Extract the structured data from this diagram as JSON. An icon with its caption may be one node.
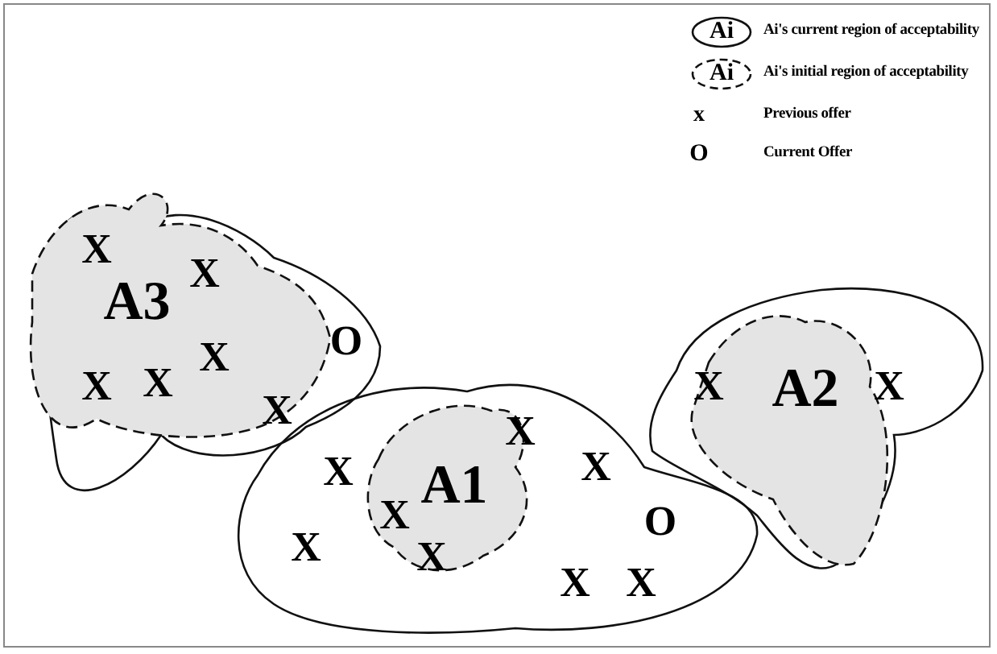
{
  "diagram": {
    "nodes": [
      {
        "text": [
          "A3"
        ]
      },
      {
        "text": [
          "A1"
        ]
      },
      {
        "text": [
          "A2"
        ]
      }
    ],
    "labels": [
      "Ai",
      "Ai",
      "x",
      "O",
      "X",
      "X",
      "X",
      "X",
      "X",
      "X",
      "O",
      "X",
      "X",
      "X",
      "X",
      "X",
      "X",
      "O",
      "X",
      "X",
      "X",
      "X"
    ],
    "legend": [
      {
        "text": "Ai's current region of acceptability"
      },
      {
        "text": "Ai's initial region of acceptability"
      },
      {
        "text": "Previous offer"
      },
      {
        "text": "Current Offer"
      }
    ]
  }
}
